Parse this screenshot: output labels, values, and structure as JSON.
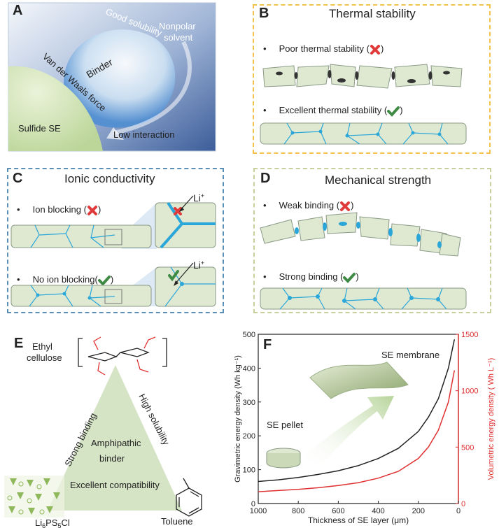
{
  "panelA": {
    "label": "A",
    "good_solubility": "Good solubility",
    "nonpolar": "Nonpolar",
    "solvent": "solvent",
    "binder": "Binder",
    "vdw": "Van der Waals force",
    "sulfide": "Sulfide SE",
    "low_interaction": "Low interaction"
  },
  "panelB": {
    "label": "B",
    "title": "Thermal stability",
    "item1": "Poor thermal stability (",
    "item2": "Excellent thermal stability (",
    "close": ")"
  },
  "panelC": {
    "label": "C",
    "title": "Ionic conductivity",
    "item1": "Ion blocking (",
    "item2": "No ion blocking(",
    "close": ")",
    "li_ion": "Li",
    "li_sup": "+"
  },
  "panelD": {
    "label": "D",
    "title": "Mechanical strength",
    "item1": "Weak binding (",
    "item2": "Strong binding (",
    "close": ")"
  },
  "panelE": {
    "label": "E",
    "ethyl": "Ethyl",
    "cellulose": "cellulose",
    "strong_binding": "Strong binding",
    "high_solubility": "High solubility",
    "amphipathic": "Amphipathic",
    "binder": "binder",
    "compat": "Excellent compatibility",
    "li6": "Li",
    "ps": "PS",
    "cl": "Cl",
    "sub6": "6",
    "sub5": "5",
    "toluene": "Toluene"
  },
  "panelF": {
    "label": "F",
    "se_membrane": "SE membrane",
    "se_pellet": "SE pellet"
  },
  "colors": {
    "orange_dash": "#f2c24a",
    "blue_dash": "#5a8fb8",
    "olive_dash": "#c7cf9a",
    "grain_fill": "#dfe9d2",
    "ion_blue": "#2aa6d8",
    "red_cross": "#e03a3a",
    "green_check": "#3f8a44",
    "volumetric_red": "#e03030"
  },
  "chart_data": {
    "type": "line",
    "xlabel": "Thickness of SE layer (μm)",
    "ylabel": "Gravimetric energy density (Wh kg⁻¹)",
    "y2label": "Volumetric energy density ( Wh L⁻¹)",
    "xlim": [
      1000,
      0
    ],
    "ylim": [
      0,
      500
    ],
    "y2lim": [
      0,
      1500
    ],
    "x_ticks": [
      "1000",
      "800",
      "600",
      "400",
      "200",
      "0"
    ],
    "y_ticks": [
      "0",
      "100",
      "200",
      "300",
      "400",
      "500"
    ],
    "y2_ticks": [
      "0",
      "500",
      "1000",
      "1500"
    ],
    "series": [
      {
        "axis": "left",
        "color": "#222222",
        "x": [
          1000,
          900,
          800,
          700,
          600,
          500,
          400,
          300,
          200,
          150,
          100,
          50,
          20
        ],
        "y": [
          65,
          70,
          77,
          86,
          97,
          112,
          133,
          163,
          213,
          255,
          310,
          400,
          485
        ]
      },
      {
        "axis": "right",
        "color": "#e03030",
        "x": [
          1000,
          900,
          800,
          700,
          600,
          500,
          400,
          300,
          200,
          150,
          100,
          50,
          20
        ],
        "y": [
          105,
          115,
          125,
          140,
          160,
          185,
          225,
          285,
          400,
          500,
          650,
          900,
          1180
        ]
      }
    ]
  }
}
